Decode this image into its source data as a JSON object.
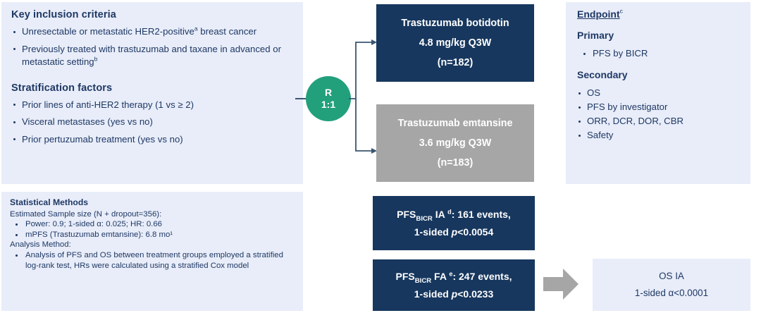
{
  "inclusion": {
    "heading": "Key inclusion criteria",
    "items": [
      {
        "text": "Unresectable or metastatic HER2-positive",
        "sup": "a",
        "tail": " breast cancer"
      },
      {
        "text": "Previously treated with trastuzumab and taxane in advanced or metastatic setting",
        "sup": "b",
        "tail": ""
      }
    ],
    "strat_heading": "Stratification factors",
    "strat_items": [
      "Prior lines of anti-HER2 therapy (1 vs ≥ 2)",
      "Visceral metastases (yes vs no)",
      "Prior pertuzumab treatment (yes vs no)"
    ]
  },
  "stats": {
    "title": "Statistical Methods",
    "line1": "Estimated Sample size (N + dropout=356):",
    "bullets1": [
      "Power: 0.9; 1-sided α: 0.025; HR: 0.66",
      "mPFS (Trastuzumab emtansine): 6.8 mo¹"
    ],
    "line2": "Analysis Method:",
    "bullets2": [
      "Analysis of PFS and OS between treatment groups employed a stratified log-rank test, HRs were calculated using a stratified Cox model"
    ]
  },
  "randomization": {
    "label": "R",
    "ratio": "1:1"
  },
  "arms": [
    {
      "name": "Trastuzumab botidotin",
      "dose": "4.8 mg/kg  Q3W",
      "n": "(n=182)",
      "color": "#17375e"
    },
    {
      "name": "Trastuzumab emtansine",
      "dose": "3.6 mg/kg  Q3W",
      "n": "(n=183)",
      "color": "#a6a6a6"
    }
  ],
  "analyses": [
    {
      "prefix": "PFS",
      "sub": "BICR",
      "type": " IA ",
      "sup": "d",
      "events": ": 161 events,",
      "pline_a": "1-sided ",
      "pline_p": "p",
      "pline_b": "<0.0054"
    },
    {
      "prefix": "PFS",
      "sub": "BICR",
      "type": " FA ",
      "sup": "e",
      "events": ": 247 events,",
      "pline_a": "1-sided ",
      "pline_p": "p",
      "pline_b": "<0.0233"
    }
  ],
  "endpoint": {
    "title": "Endpoint",
    "title_sup": "c",
    "primary_heading": "Primary",
    "primary_items": [
      "PFS by BICR"
    ],
    "secondary_heading": "Secondary",
    "secondary_items": [
      "OS",
      "PFS by investigator",
      "ORR, DCR, DOR, CBR",
      "Safety"
    ]
  },
  "os_ia": {
    "line1": "OS IA",
    "line2": "1-sided α<0.0001"
  },
  "colors": {
    "panel_bg": "#e8edf9",
    "navy": "#17375e",
    "gray": "#a6a6a6",
    "green": "#22a07c",
    "text": "#1f3864"
  }
}
